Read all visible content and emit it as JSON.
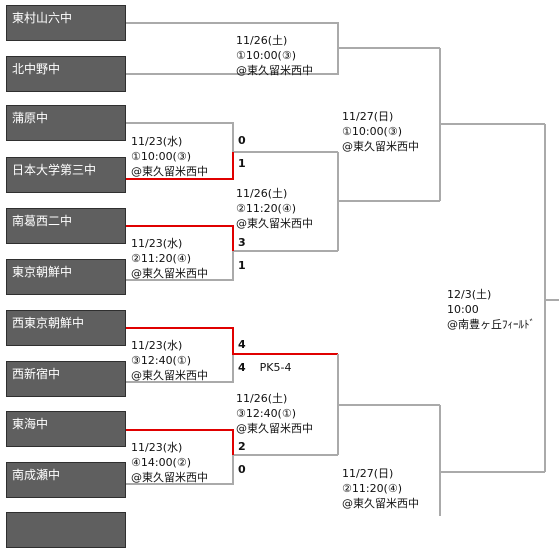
{
  "teams": [
    "東村山六中",
    "北中野中",
    "蒲原中",
    "日本大学第三中",
    "南葛西二中",
    "東京朝鮮中",
    "西東京朝鮮中",
    "西新宿中",
    "東海中",
    "南成瀬中"
  ],
  "matches": {
    "r1_m1": {
      "date": "11/23(水)",
      "slot": "①10:00(③)",
      "venue": "@東久留米西中",
      "score_top": "0",
      "score_bottom": "1"
    },
    "r1_m2": {
      "date": "11/23(水)",
      "slot": "②11:20(④)",
      "venue": "@東久留米西中",
      "score_top": "3",
      "score_bottom": "1"
    },
    "r1_m3": {
      "date": "11/23(水)",
      "slot": "③12:40(①)",
      "venue": "@東久留米西中",
      "score_top": "4",
      "score_bottom": "4",
      "pk": "PK5-4"
    },
    "r1_m4": {
      "date": "11/23(水)",
      "slot": "④14:00(②)",
      "venue": "@東久留米西中",
      "score_top": "2",
      "score_bottom": "0"
    },
    "r2_m1": {
      "date": "11/26(土)",
      "slot": "①10:00(③)",
      "venue": "@東久留米西中"
    },
    "r2_m2": {
      "date": "11/26(土)",
      "slot": "②11:20(④)",
      "venue": "@東久留米西中"
    },
    "r2_m3": {
      "date": "11/26(土)",
      "slot": "③12:40(①)",
      "venue": "@東久留米西中"
    },
    "r3_m1": {
      "date": "11/27(日)",
      "slot": "①10:00(③)",
      "venue": "@東久留米西中"
    },
    "r3_m2": {
      "date": "11/27(日)",
      "slot": "②11:20(④)",
      "venue": "@東久留米西中"
    },
    "final": {
      "date": "12/3(土)",
      "slot": "10:00",
      "venue": "@南豊ヶ丘ﾌｨｰﾙﾄﾞ"
    }
  },
  "colors": {
    "winner_line": "#e00000",
    "pending_line": "#aaaaaa",
    "team_box": "#5f5f5f",
    "team_text": "#ffffff"
  }
}
